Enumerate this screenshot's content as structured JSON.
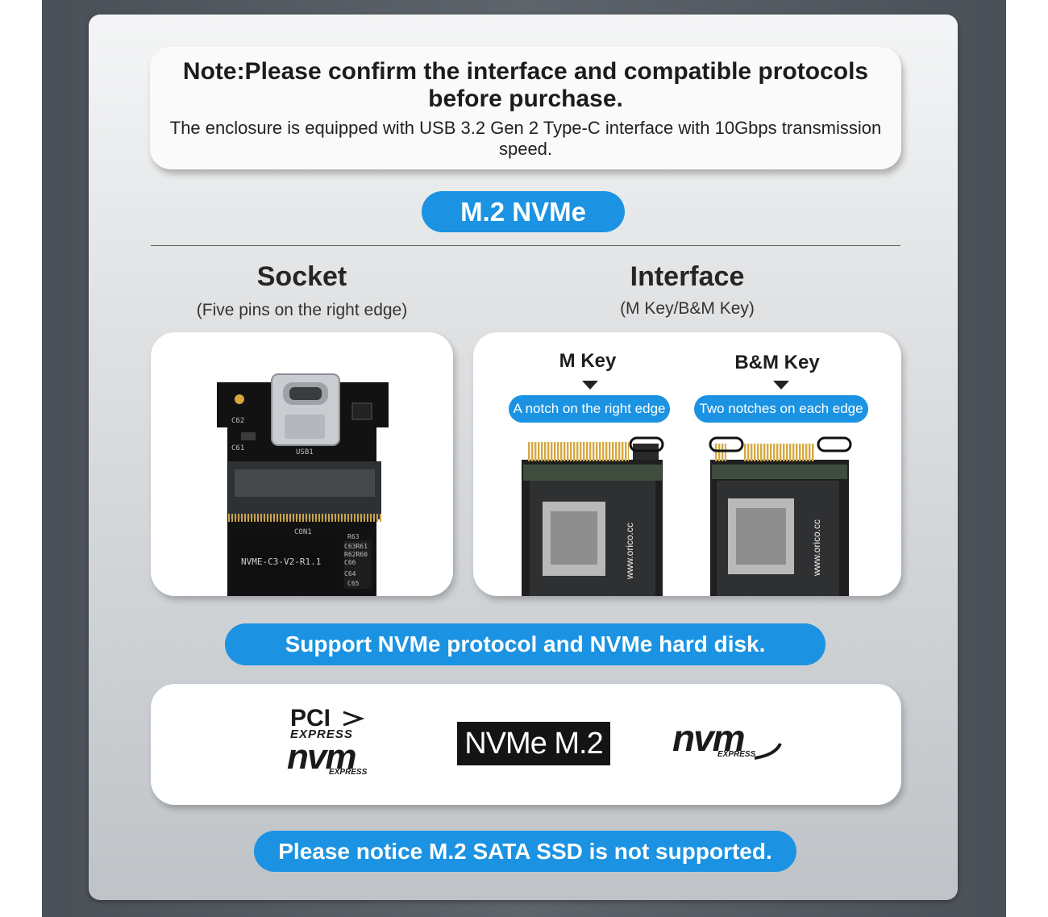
{
  "note": {
    "title": "Note:Please confirm the interface and compatible protocols before purchase.",
    "body": "The enclosure is equipped with USB 3.2 Gen 2 Type-C interface with 10Gbps transmission speed."
  },
  "section_badge": "M.2 NVMe",
  "socket": {
    "title": "Socket",
    "subtitle": "(Five pins on the right edge)",
    "board_labels": [
      "C62",
      "C61",
      "USB1",
      "CON1",
      "NVME-C3-V2-R1.1",
      "R63",
      "C63R61",
      "R62R60",
      "C66",
      "C64",
      "C65"
    ]
  },
  "interface": {
    "title": "Interface",
    "subtitle": "(M Key/B&M Key)",
    "keys": [
      {
        "label": "M Key",
        "note": "A notch on the right edge",
        "brand": "www.orico.cc"
      },
      {
        "label": "B&M Key",
        "note": "Two notches on each edge",
        "brand": "www.orico.cc"
      }
    ]
  },
  "support_banner": "Support NVMe protocol and NVMe hard disk.",
  "logos": {
    "pci_express": {
      "line1": "PCI",
      "line2": "EXPRESS",
      "line3": "nvm",
      "line4": "EXPRESS"
    },
    "nvme_m2": "NVMe M.2",
    "nvm_express": {
      "line1": "nvm",
      "line2": "EXPRESS"
    }
  },
  "notice_banner": "Please notice M.2 SATA SSD is not supported.",
  "colors": {
    "accent": "#1b93e2",
    "panel_dark": "#4a5057"
  }
}
